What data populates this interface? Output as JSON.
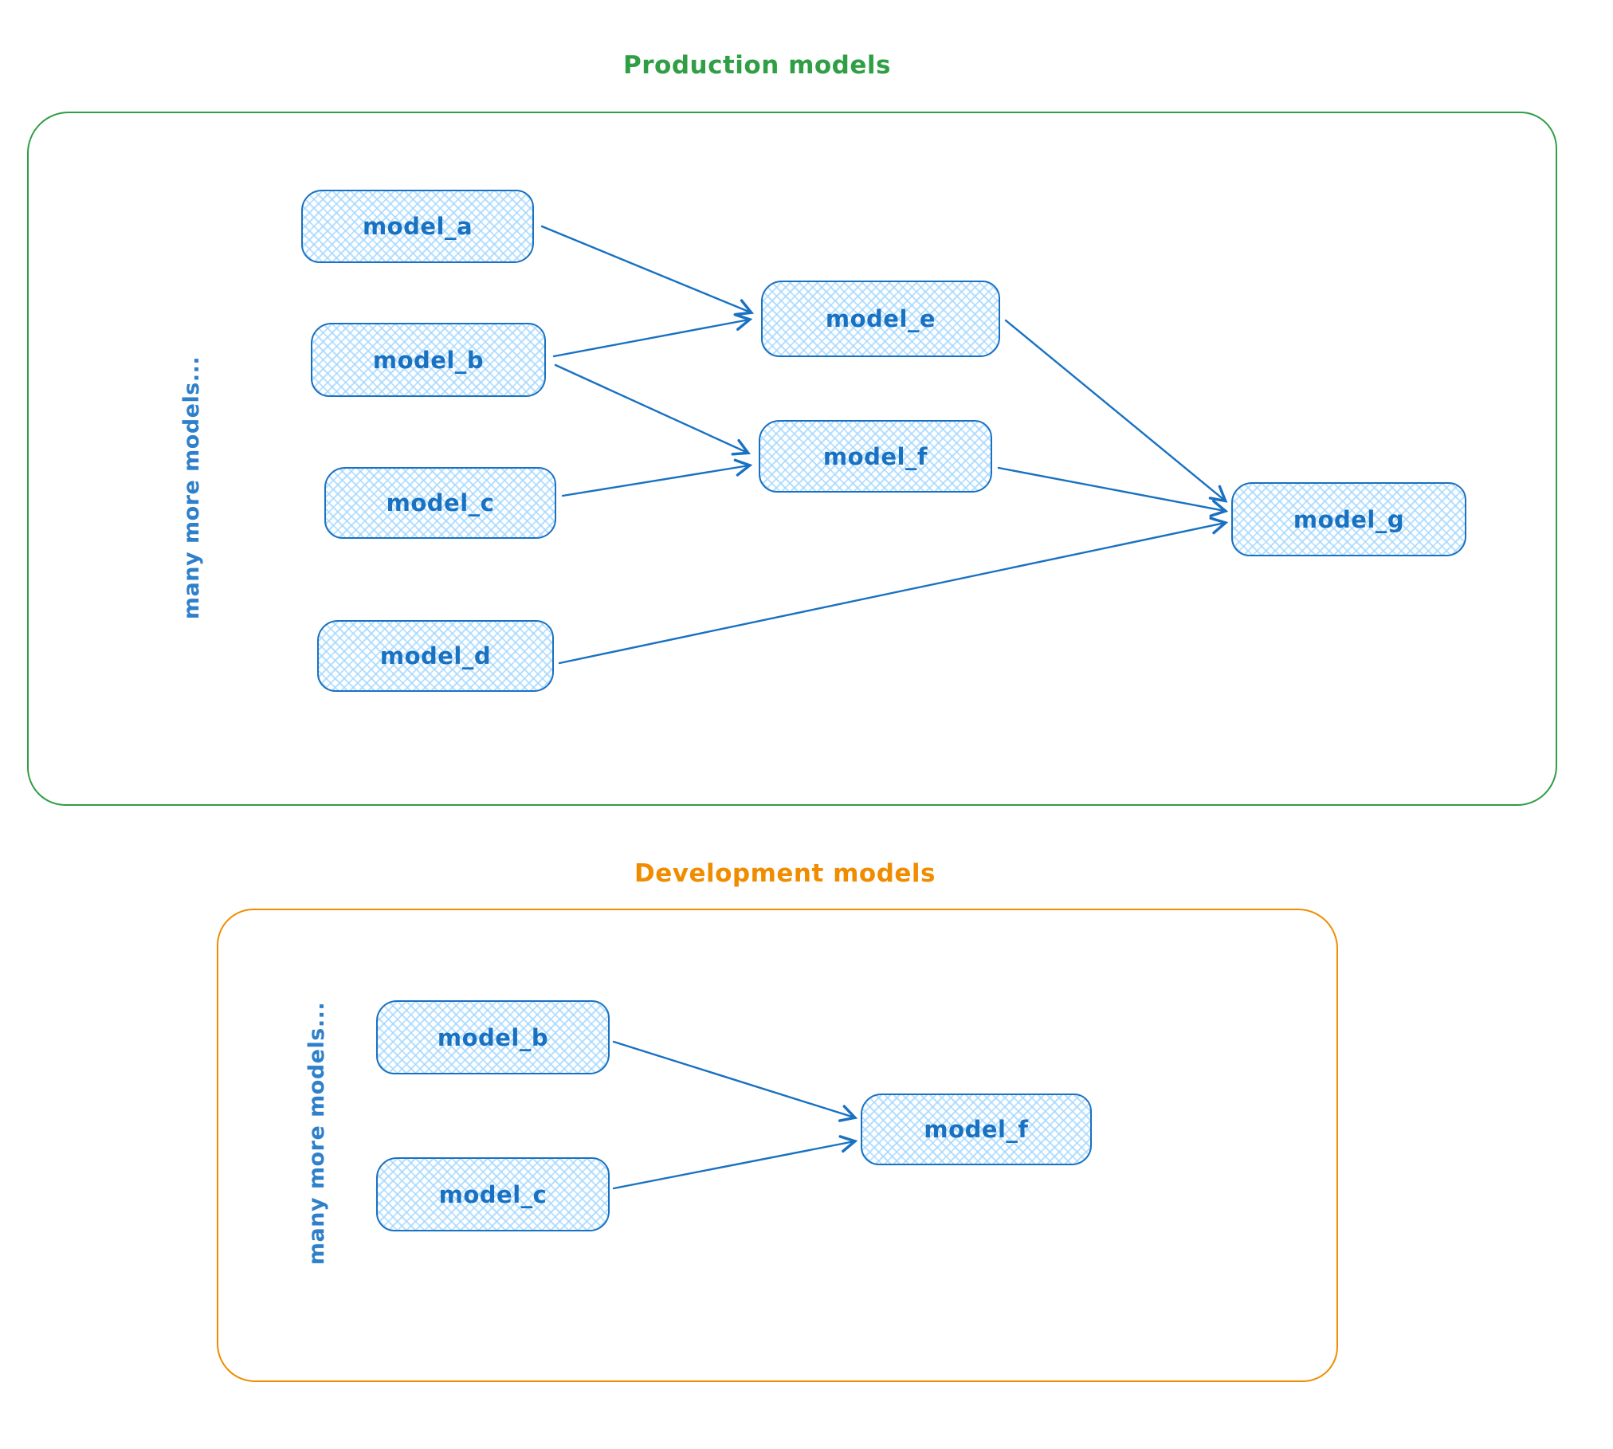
{
  "colors": {
    "production_accent": "#2f9e44",
    "development_accent": "#f08c00",
    "node_stroke": "#1971c2",
    "node_fill_hatch": "#a5d8ff",
    "node_label_text": "#1971c2",
    "side_label_text": "#2f80ca",
    "arrow_stroke": "#1971c2"
  },
  "production": {
    "title": "Production models",
    "side_label": "many more models...",
    "nodes": [
      {
        "id": "model_a",
        "label": "model_a"
      },
      {
        "id": "model_b",
        "label": "model_b"
      },
      {
        "id": "model_c",
        "label": "model_c"
      },
      {
        "id": "model_d",
        "label": "model_d"
      },
      {
        "id": "model_e",
        "label": "model_e"
      },
      {
        "id": "model_f",
        "label": "model_f"
      },
      {
        "id": "model_g",
        "label": "model_g"
      }
    ],
    "edges": [
      {
        "from": "model_a",
        "to": "model_e"
      },
      {
        "from": "model_b",
        "to": "model_e"
      },
      {
        "from": "model_b",
        "to": "model_f"
      },
      {
        "from": "model_c",
        "to": "model_f"
      },
      {
        "from": "model_e",
        "to": "model_g"
      },
      {
        "from": "model_f",
        "to": "model_g"
      },
      {
        "from": "model_d",
        "to": "model_g"
      }
    ]
  },
  "development": {
    "title": "Development models",
    "side_label": "many more models...",
    "nodes": [
      {
        "id": "model_b",
        "label": "model_b"
      },
      {
        "id": "model_c",
        "label": "model_c"
      },
      {
        "id": "model_f",
        "label": "model_f"
      }
    ],
    "edges": [
      {
        "from": "model_b",
        "to": "model_f"
      },
      {
        "from": "model_c",
        "to": "model_f"
      }
    ]
  }
}
